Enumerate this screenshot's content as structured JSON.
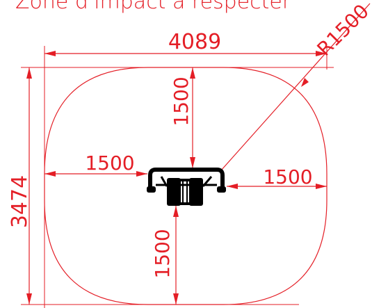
{
  "title": "Zone d'impact à respecter",
  "dimensions": {
    "overall_width": "4089",
    "overall_height": "3474",
    "radius": "R1500",
    "clearance_top": "1500",
    "clearance_left": "1500",
    "clearance_right": "1500",
    "clearance_bottom": "1500"
  },
  "colors": {
    "dimension": "#e41e26",
    "equipment": "#000000",
    "background": "#ffffff"
  }
}
